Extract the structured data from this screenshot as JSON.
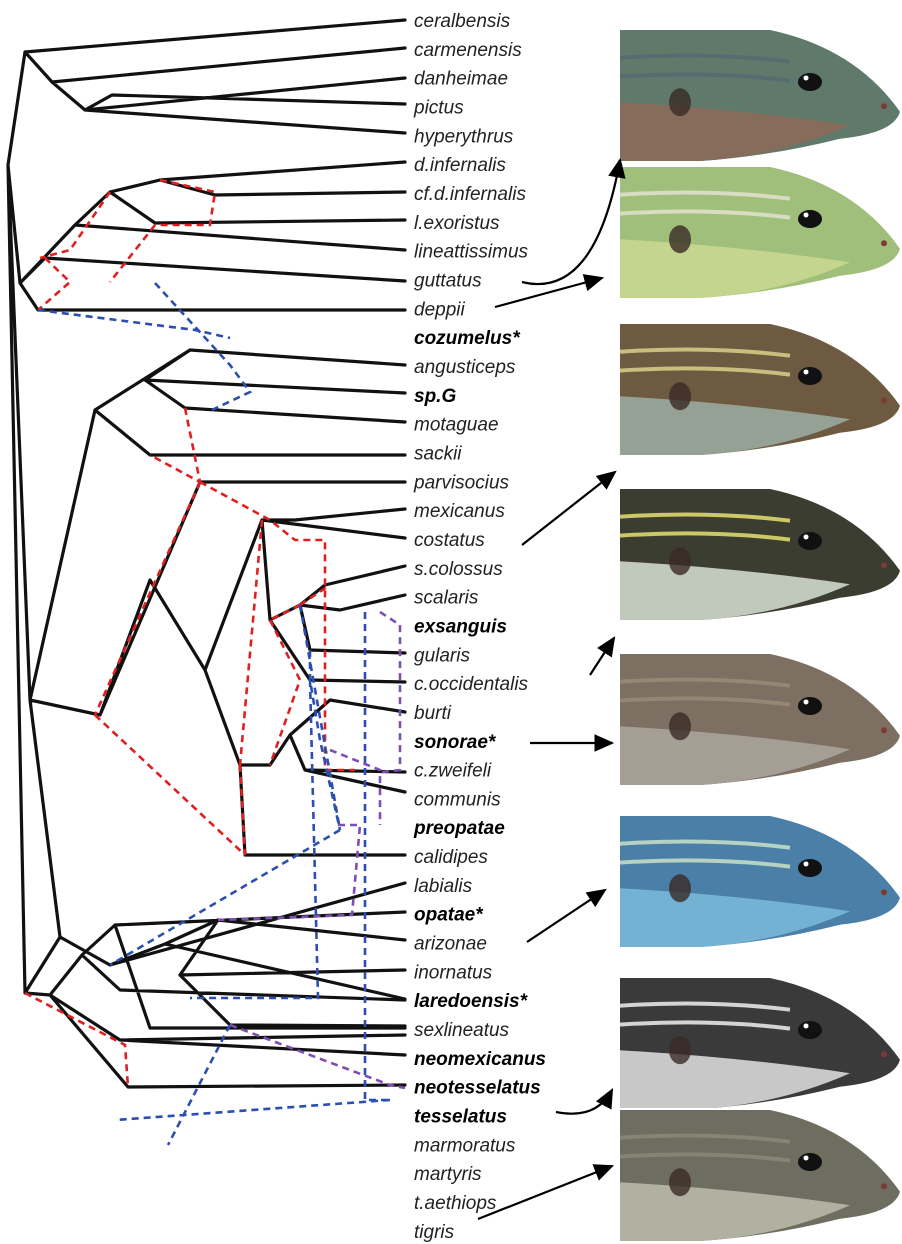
{
  "taxa": [
    {
      "label": "ceralbensis",
      "bold": false
    },
    {
      "label": "carmenensis",
      "bold": false
    },
    {
      "label": "danheimae",
      "bold": false
    },
    {
      "label": "pictus",
      "bold": false
    },
    {
      "label": "hyperythrus",
      "bold": false
    },
    {
      "label": "d.infernalis",
      "bold": false
    },
    {
      "label": "cf.d.infernalis",
      "bold": false
    },
    {
      "label": "l.exoristus",
      "bold": false
    },
    {
      "label": "lineattissimus",
      "bold": false
    },
    {
      "label": "guttatus",
      "bold": false
    },
    {
      "label": "deppii",
      "bold": false
    },
    {
      "label": "cozumelus*",
      "bold": true
    },
    {
      "label": "angusticeps",
      "bold": false
    },
    {
      "label": "sp.G",
      "bold": true
    },
    {
      "label": "motaguae",
      "bold": false
    },
    {
      "label": "sackii",
      "bold": false
    },
    {
      "label": "parvisocius",
      "bold": false
    },
    {
      "label": "mexicanus",
      "bold": false
    },
    {
      "label": "costatus",
      "bold": false
    },
    {
      "label": "s.colossus",
      "bold": false
    },
    {
      "label": "scalaris",
      "bold": false
    },
    {
      "label": "exsanguis",
      "bold": true
    },
    {
      "label": "gularis",
      "bold": false
    },
    {
      "label": "c.occidentalis",
      "bold": false
    },
    {
      "label": "burti",
      "bold": false
    },
    {
      "label": "sonorae*",
      "bold": true
    },
    {
      "label": "c.zweifeli",
      "bold": false
    },
    {
      "label": "communis",
      "bold": false
    },
    {
      "label": "preopatae",
      "bold": true
    },
    {
      "label": "calidipes",
      "bold": false
    },
    {
      "label": "labialis",
      "bold": false
    },
    {
      "label": "opatae*",
      "bold": true
    },
    {
      "label": "arizonae",
      "bold": false
    },
    {
      "label": "inornatus",
      "bold": false
    },
    {
      "label": "laredoensis*",
      "bold": true
    },
    {
      "label": "sexlineatus",
      "bold": false
    },
    {
      "label": "neomexicanus",
      "bold": true
    },
    {
      "label": "neotesselatus",
      "bold": true
    },
    {
      "label": "tesselatus",
      "bold": true
    },
    {
      "label": "marmoratus",
      "bold": false
    },
    {
      "label": "martyris",
      "bold": false
    },
    {
      "label": "t.aethiops",
      "bold": false
    },
    {
      "label": "tigris",
      "bold": false
    }
  ],
  "colors": {
    "tree": "#111111",
    "hybrid_red": "#e02020",
    "hybrid_blue": "#2b4fb0",
    "hybrid_purple": "#7d4fb5"
  },
  "photos": [
    {
      "name": "lizard-head-photo-1",
      "skin": "#5f7a6a",
      "belly": "#8a6a5a",
      "stripe": "#556b70"
    },
    {
      "name": "lizard-head-photo-2",
      "skin": "#9fbf7a",
      "belly": "#c8d890",
      "stripe": "#e0e0d0"
    },
    {
      "name": "lizard-head-photo-3",
      "skin": "#6e5a40",
      "belly": "#9aa9a0",
      "stripe": "#d9d08a"
    },
    {
      "name": "lizard-head-photo-4",
      "skin": "#3b3d30",
      "belly": "#cfd8cc",
      "stripe": "#e8e070"
    },
    {
      "name": "lizard-head-photo-5",
      "skin": "#7d6f62",
      "belly": "#aaa39a",
      "stripe": "#9a8c78"
    },
    {
      "name": "lizard-head-photo-6",
      "skin": "#4a7fa8",
      "belly": "#79b8d8",
      "stripe": "#c8e0c8"
    },
    {
      "name": "lizard-head-photo-7",
      "skin": "#3a3a3a",
      "belly": "#d8d8d8",
      "stripe": "#f0f0f0"
    },
    {
      "name": "lizard-head-photo-8",
      "skin": "#6d6d60",
      "belly": "#b8b8aa",
      "stripe": "#8a8a78"
    }
  ]
}
